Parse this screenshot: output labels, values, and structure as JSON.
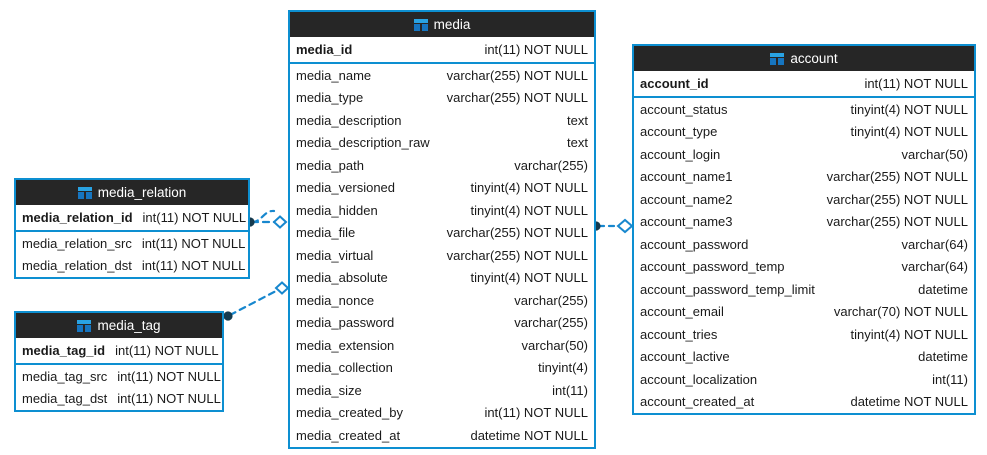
{
  "diagram": {
    "type": "er-diagram",
    "background_color": "#ffffff",
    "accent_color": "#0d8fd1",
    "header_color": "#262626",
    "header_text_color": "#ffffff",
    "icon_name": "table-icon"
  },
  "entities": {
    "media": {
      "title": "media",
      "primary_key": {
        "name": "media_id",
        "type": "int(11) NOT NULL"
      },
      "fields": [
        {
          "name": "media_name",
          "type": "varchar(255) NOT NULL"
        },
        {
          "name": "media_type",
          "type": "varchar(255) NOT NULL"
        },
        {
          "name": "media_description",
          "type": "text"
        },
        {
          "name": "media_description_raw",
          "type": "text"
        },
        {
          "name": "media_path",
          "type": "varchar(255)"
        },
        {
          "name": "media_versioned",
          "type": "tinyint(4) NOT NULL"
        },
        {
          "name": "media_hidden",
          "type": "tinyint(4) NOT NULL"
        },
        {
          "name": "media_file",
          "type": "varchar(255) NOT NULL"
        },
        {
          "name": "media_virtual",
          "type": "varchar(255) NOT NULL"
        },
        {
          "name": "media_absolute",
          "type": "tinyint(4) NOT NULL"
        },
        {
          "name": "media_nonce",
          "type": "varchar(255)"
        },
        {
          "name": "media_password",
          "type": "varchar(255)"
        },
        {
          "name": "media_extension",
          "type": "varchar(50)"
        },
        {
          "name": "media_collection",
          "type": "tinyint(4)"
        },
        {
          "name": "media_size",
          "type": "int(11)"
        },
        {
          "name": "media_created_by",
          "type": "int(11) NOT NULL"
        },
        {
          "name": "media_created_at",
          "type": "datetime NOT NULL"
        }
      ]
    },
    "account": {
      "title": "account",
      "primary_key": {
        "name": "account_id",
        "type": "int(11) NOT NULL"
      },
      "fields": [
        {
          "name": "account_status",
          "type": "tinyint(4) NOT NULL"
        },
        {
          "name": "account_type",
          "type": "tinyint(4) NOT NULL"
        },
        {
          "name": "account_login",
          "type": "varchar(50)"
        },
        {
          "name": "account_name1",
          "type": "varchar(255) NOT NULL"
        },
        {
          "name": "account_name2",
          "type": "varchar(255) NOT NULL"
        },
        {
          "name": "account_name3",
          "type": "varchar(255) NOT NULL"
        },
        {
          "name": "account_password",
          "type": "varchar(64)"
        },
        {
          "name": "account_password_temp",
          "type": "varchar(64)"
        },
        {
          "name": "account_password_temp_limit",
          "type": "datetime"
        },
        {
          "name": "account_email",
          "type": "varchar(70) NOT NULL"
        },
        {
          "name": "account_tries",
          "type": "tinyint(4) NOT NULL"
        },
        {
          "name": "account_lactive",
          "type": "datetime"
        },
        {
          "name": "account_localization",
          "type": "int(11)"
        },
        {
          "name": "account_created_at",
          "type": "datetime NOT NULL"
        }
      ]
    },
    "media_relation": {
      "title": "media_relation",
      "primary_key": {
        "name": "media_relation_id",
        "type": "int(11) NOT NULL"
      },
      "fields": [
        {
          "name": "media_relation_src",
          "type": "int(11) NOT NULL"
        },
        {
          "name": "media_relation_dst",
          "type": "int(11) NOT NULL"
        }
      ]
    },
    "media_tag": {
      "title": "media_tag",
      "primary_key": {
        "name": "media_tag_id",
        "type": "int(11) NOT NULL"
      },
      "fields": [
        {
          "name": "media_tag_src",
          "type": "int(11) NOT NULL"
        },
        {
          "name": "media_tag_dst",
          "type": "int(11) NOT NULL"
        }
      ]
    }
  },
  "relationships": [
    {
      "name": "media-relation-to-media",
      "from": "media_relation",
      "to": "media",
      "style": "dashed",
      "from_marker": "dot",
      "to_marker": "diamond"
    },
    {
      "name": "media-tag-to-media",
      "from": "media_tag",
      "to": "media",
      "style": "dashed",
      "from_marker": "dot",
      "to_marker": "diamond"
    },
    {
      "name": "media-to-account",
      "from": "media",
      "to": "account",
      "style": "dashed",
      "from_marker": "dot",
      "to_marker": "diamond"
    }
  ]
}
